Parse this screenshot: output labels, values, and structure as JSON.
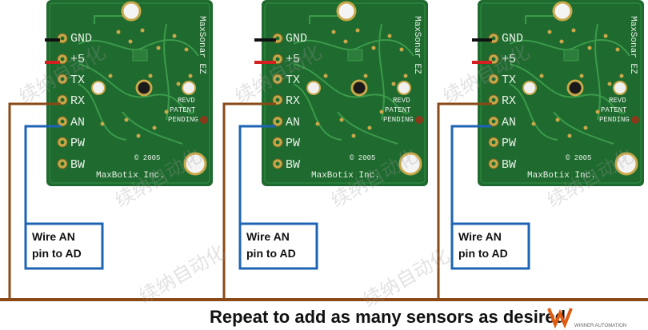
{
  "sensors": [
    {
      "pins": [
        "GND",
        "+5",
        "TX",
        "RX",
        "AN",
        "PW",
        "BW"
      ],
      "brand_side": "MaxSonar EZ",
      "brand_bottom": "MaxBotix Inc.",
      "patent": [
        "REVD",
        "PATENT",
        "PENDING"
      ],
      "copyright": "© 2005",
      "callout": [
        "Wire AN",
        "pin to AD"
      ]
    },
    {
      "pins": [
        "GND",
        "+5",
        "TX",
        "RX",
        "AN",
        "PW",
        "BW"
      ],
      "brand_side": "MaxSonar EZ",
      "brand_bottom": "MaxBotix Inc.",
      "patent": [
        "REVD",
        "PATENT",
        "PENDING"
      ],
      "copyright": "© 2005",
      "callout": [
        "Wire AN",
        "pin to AD"
      ]
    },
    {
      "pins": [
        "GND",
        "+5",
        "TX",
        "RX",
        "AN",
        "PW",
        "BW"
      ],
      "brand_side": "MaxSonar EZ",
      "brand_bottom": "MaxBotix Inc.",
      "patent": [
        "REVD",
        "PATENT",
        "PENDING"
      ],
      "copyright": "© 2005",
      "callout": [
        "Wire AN",
        "pin to AD"
      ]
    }
  ],
  "caption": "Repeat to add as many sensors as desired",
  "watermark": "续纳自动化",
  "logo": {
    "text": "WINNER AUTOMATION"
  },
  "colors": {
    "pcb": "#1f6a2f",
    "silkscreen": "#e8f2e8",
    "pad": "#c9a84a",
    "wire_brown": "#8a4a17",
    "wire_blue": "#1e64b4",
    "wire_red": "#d42020",
    "wire_black": "#111111"
  }
}
